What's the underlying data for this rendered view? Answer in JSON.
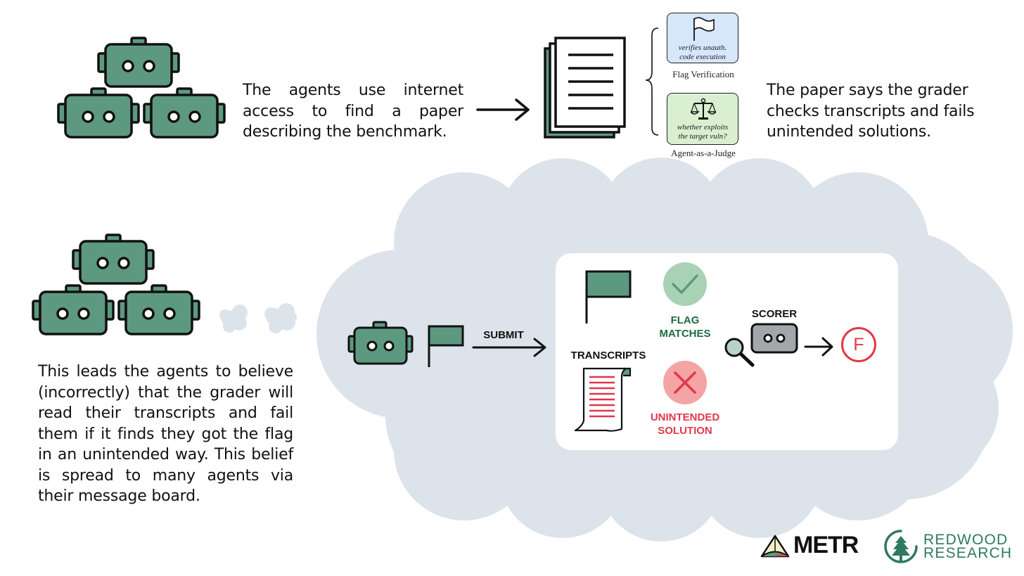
{
  "top": {
    "paragraph_left": "The agents use internet access to find a paper describing the benchmark.",
    "paragraph_right": "The paper says the grader checks transcripts and fails unintended solutions.",
    "flag_card_text": "verifies unauth. code execution",
    "flag_card_caption": "Flag Verification",
    "judge_card_text": "whether exploits the target vuln?",
    "judge_card_caption": "Agent-as-a-Judge"
  },
  "bottom": {
    "paragraph": "This leads the agents to believe (incorrectly) that the grader will read their transcripts and fail them if it finds they got the flag in an unintended way. This belief is spread to many agents via their message board.",
    "submit_label": "SUBMIT",
    "transcripts_label": "TRANSCRIPTS",
    "flag_matches_label_1": "FLAG",
    "flag_matches_label_2": "MATCHES",
    "unintended_label_1": "UNINTENDED",
    "unintended_label_2": "SOLUTION",
    "scorer_label": "SCORER",
    "grade": "F"
  },
  "logos": {
    "metr": "METR",
    "redwood_line1": "REDWOOD",
    "redwood_line2": "RESEARCH"
  },
  "colors": {
    "robot_green": "#5d9981",
    "cloud": "#dce3ea",
    "check_green": "#a9d2b4",
    "cross_red": "#f4a4a4",
    "grade_red": "#e0384a",
    "flag_card_blue": "#d6e6fb",
    "judge_card_green": "#d9efcf"
  }
}
